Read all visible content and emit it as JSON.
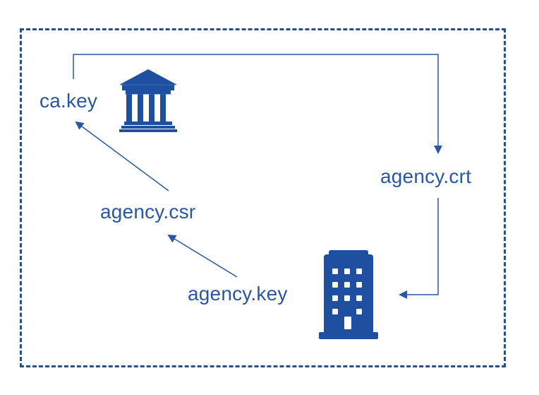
{
  "labels": {
    "ca_key": "ca.key",
    "agency_crt": "agency.crt",
    "agency_csr": "agency.csr",
    "agency_key": "agency.key"
  },
  "icons": {
    "certificate_authority": "bank-building-icon",
    "agency": "office-building-icon"
  },
  "colors": {
    "frame": "#2c4f8a",
    "arrows": "#2b56a6",
    "icon_fill": "#1f4fa0",
    "text": "#2b56a6"
  }
}
